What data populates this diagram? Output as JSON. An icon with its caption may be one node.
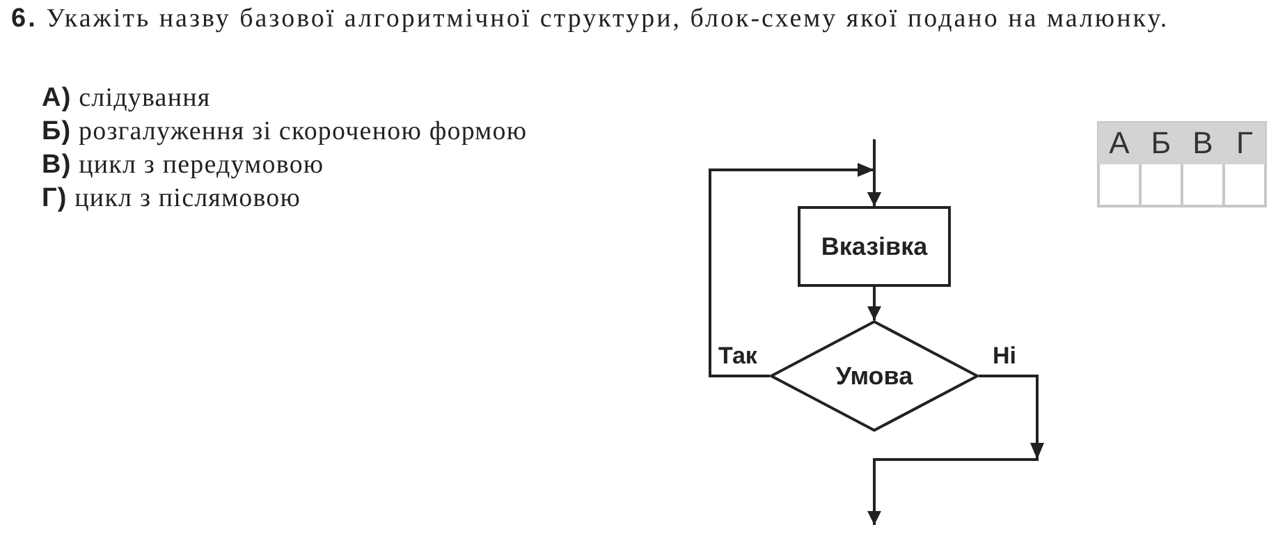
{
  "diagram": {
    "nodes": [
      {
        "text": [
          "Вказівка"
        ]
      },
      {
        "text": [
          "Умова"
        ]
      }
    ],
    "edges": [
      {
        "from": null,
        "to": 0,
        "arrow": "to"
      },
      {
        "from": 0,
        "to": 1,
        "arrow": "to"
      },
      {
        "from": 1,
        "to": 0,
        "arrow": "to",
        "label": "Так"
      },
      {
        "from": 1,
        "to": null,
        "arrow": "to",
        "label": "Ні"
      }
    ],
    "labels": [
      "**6.** Укажіть назву базової алгоритмічної структури, блок-схему якої подано на малюнку.",
      "**А)** слідування",
      "**Б)** розгалуження зі скороченою формою",
      "**В)** цикл з передумовою",
      "**Г)** цикл з післямовою",
      "А",
      "Б",
      "В",
      "Г"
    ]
  }
}
